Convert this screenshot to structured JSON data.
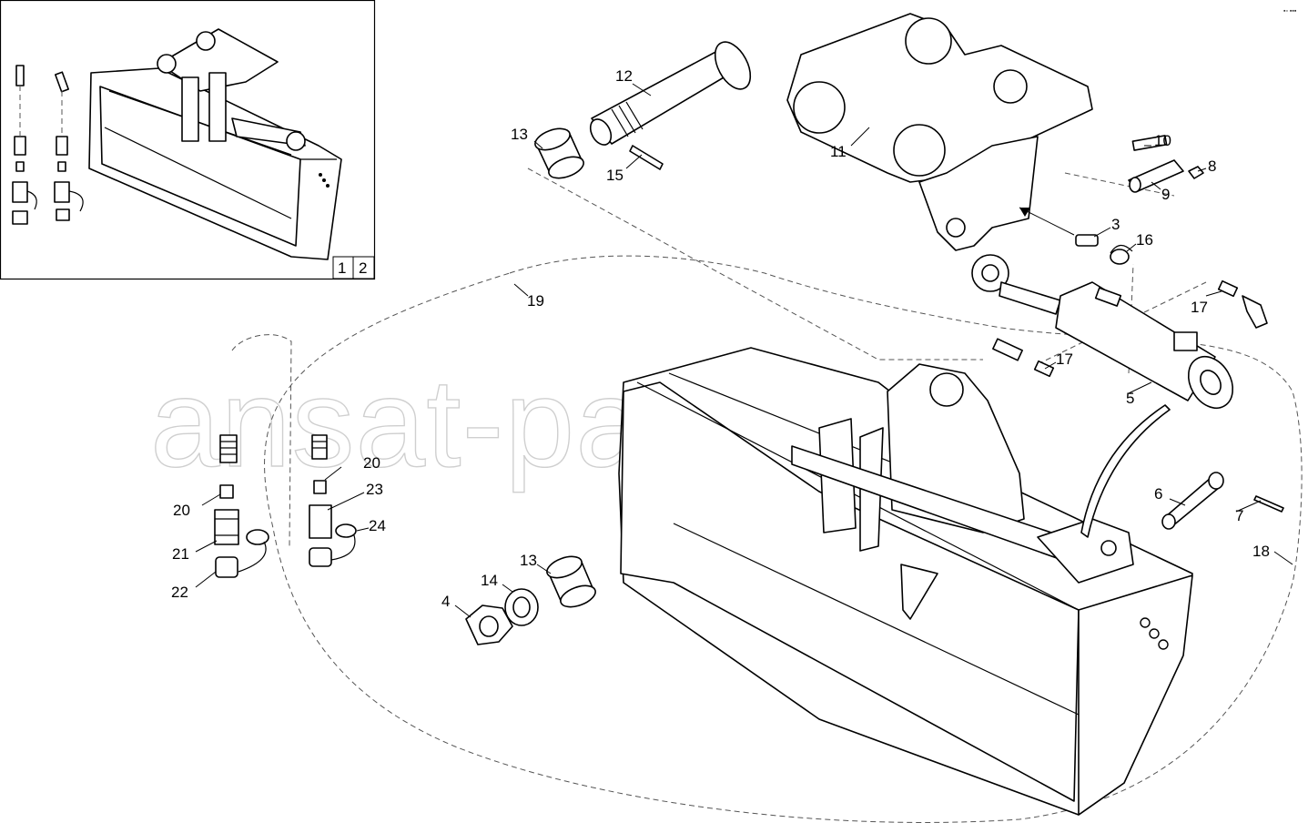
{
  "watermark": "ansat-parts.ru",
  "corner_mark": "▪▫ ▪▪▪",
  "inset": {
    "variants": [
      "1",
      "2"
    ]
  },
  "callouts": [
    {
      "id": "c12",
      "num": "12"
    },
    {
      "id": "c13a",
      "num": "13"
    },
    {
      "id": "c15",
      "num": "15"
    },
    {
      "id": "c11",
      "num": "11"
    },
    {
      "id": "c10",
      "num": "10"
    },
    {
      "id": "c8",
      "num": "8"
    },
    {
      "id": "c9",
      "num": "9"
    },
    {
      "id": "c3",
      "num": "3"
    },
    {
      "id": "c16",
      "num": "16"
    },
    {
      "id": "c17a",
      "num": "17"
    },
    {
      "id": "c19",
      "num": "19"
    },
    {
      "id": "c17b",
      "num": "17"
    },
    {
      "id": "c5",
      "num": "5"
    },
    {
      "id": "c20a",
      "num": "20"
    },
    {
      "id": "c20b",
      "num": "20"
    },
    {
      "id": "c23",
      "num": "23"
    },
    {
      "id": "c21",
      "num": "21"
    },
    {
      "id": "c24",
      "num": "24"
    },
    {
      "id": "c22",
      "num": "22"
    },
    {
      "id": "c6",
      "num": "6"
    },
    {
      "id": "c7",
      "num": "7"
    },
    {
      "id": "c13b",
      "num": "13"
    },
    {
      "id": "c14",
      "num": "14"
    },
    {
      "id": "c4",
      "num": "4"
    },
    {
      "id": "c18",
      "num": "18"
    }
  ]
}
